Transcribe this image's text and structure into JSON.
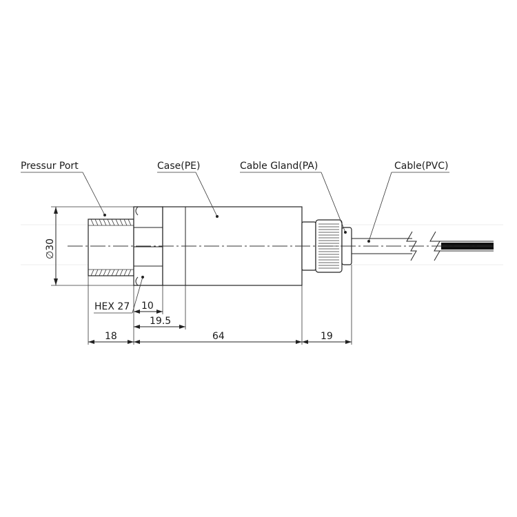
{
  "labels": {
    "pressure_port": "Pressur Port",
    "case": "Case(PE)",
    "cable_gland": "Cable Gland(PA)",
    "cable": "Cable(PVC)",
    "hex": "HEX 27"
  },
  "dimensions": {
    "diameter": "∅30",
    "d10": "10",
    "d19_5": "19.5",
    "d18": "18",
    "d64": "64",
    "d19": "19"
  }
}
